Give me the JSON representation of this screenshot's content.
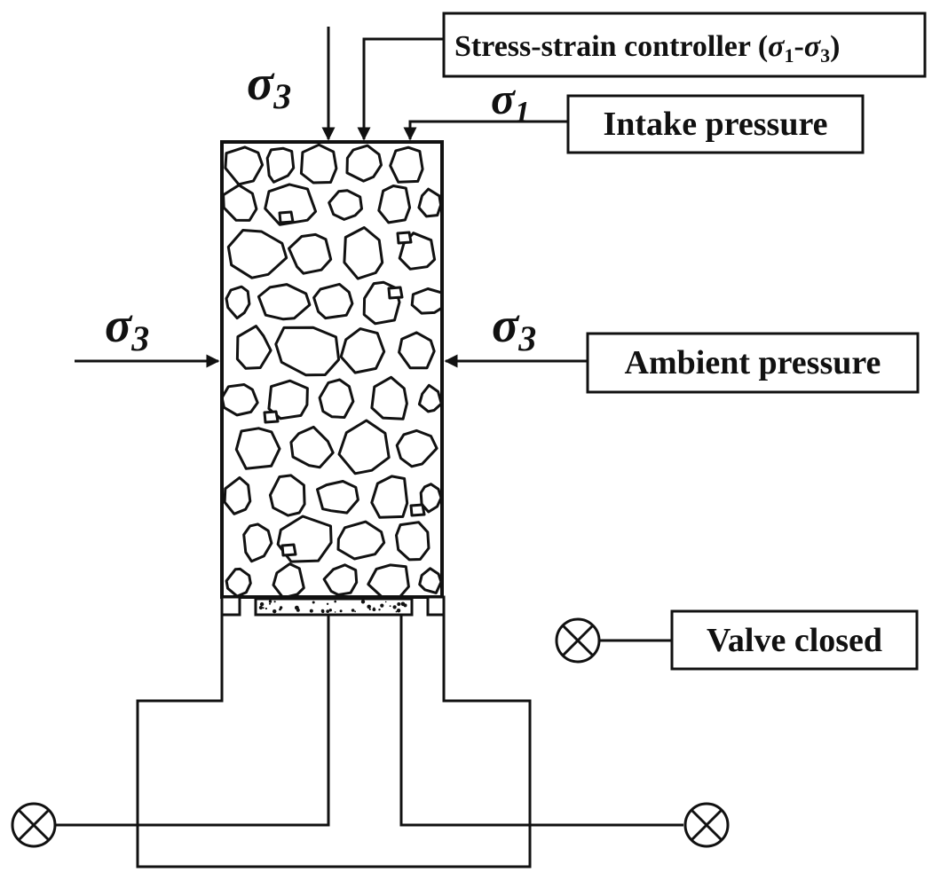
{
  "labels": {
    "stress_strain_controller": {
      "text": "Stress-strain controller (",
      "sym1": "σ",
      "sub1": "1",
      "dash": "-",
      "sym3": "σ",
      "sub3": "3",
      "close": ")"
    },
    "intake_pressure": "Intake pressure",
    "ambient_pressure": "Ambient pressure",
    "valve_closed": "Valve closed"
  },
  "stresses": {
    "top_left": {
      "sym": "σ",
      "sub": "3"
    },
    "top": {
      "sym": "σ",
      "sub": "1"
    },
    "left": {
      "sym": "σ",
      "sub": "3"
    },
    "right": {
      "sym": "σ",
      "sub": "3"
    }
  },
  "icons": {
    "valve": "valve-closed-icon",
    "arrow": "arrow-icon"
  }
}
